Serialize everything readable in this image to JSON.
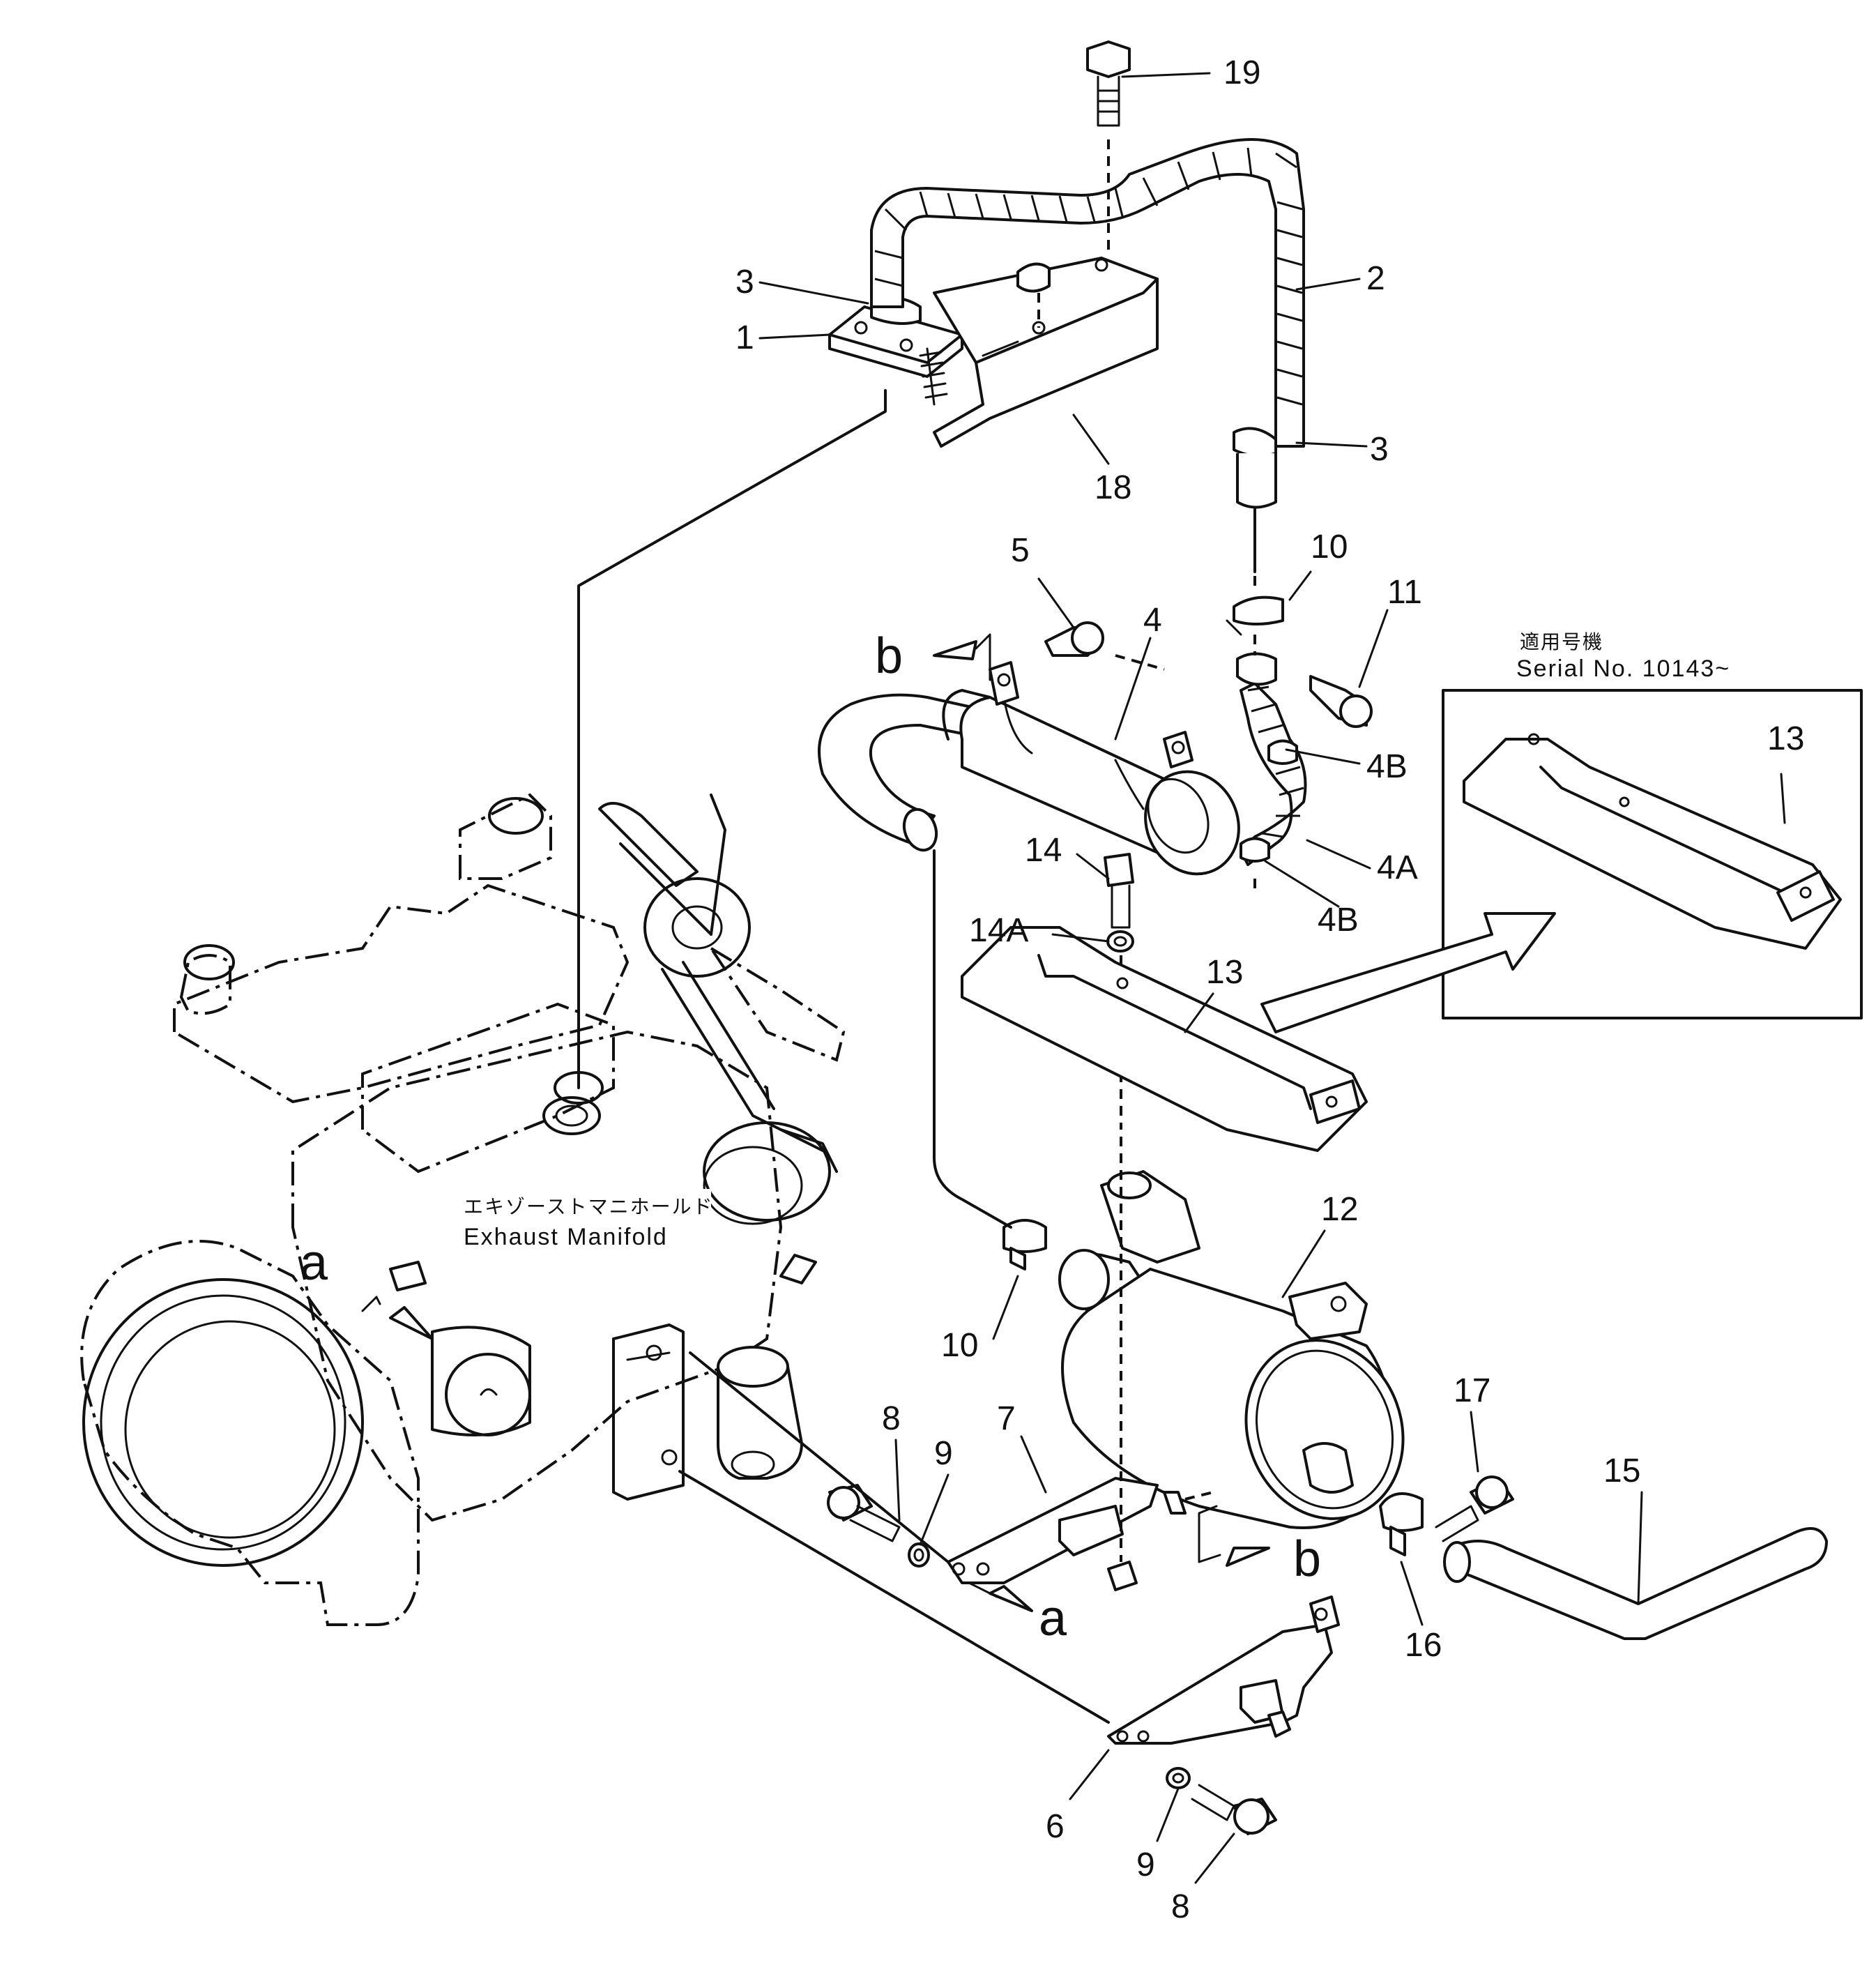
{
  "callouts": [
    {
      "id": "c19",
      "text": "19"
    },
    {
      "id": "c2",
      "text": "2"
    },
    {
      "id": "c3a",
      "text": "3"
    },
    {
      "id": "c1",
      "text": "1"
    },
    {
      "id": "c3b",
      "text": "3"
    },
    {
      "id": "c18",
      "text": "18"
    },
    {
      "id": "c10a",
      "text": "10"
    },
    {
      "id": "c11",
      "text": "11"
    },
    {
      "id": "c5",
      "text": "5"
    },
    {
      "id": "c4",
      "text": "4"
    },
    {
      "id": "c4B1",
      "text": "4B"
    },
    {
      "id": "c4A",
      "text": "4A"
    },
    {
      "id": "c4B2",
      "text": "4B"
    },
    {
      "id": "c14",
      "text": "14"
    },
    {
      "id": "c14A",
      "text": "14A"
    },
    {
      "id": "c13a",
      "text": "13"
    },
    {
      "id": "c13b",
      "text": "13"
    },
    {
      "id": "c12",
      "text": "12"
    },
    {
      "id": "c10b",
      "text": "10"
    },
    {
      "id": "c8a",
      "text": "8"
    },
    {
      "id": "c9a",
      "text": "9"
    },
    {
      "id": "c7",
      "text": "7"
    },
    {
      "id": "c17",
      "text": "17"
    },
    {
      "id": "c15",
      "text": "15"
    },
    {
      "id": "c16",
      "text": "16"
    },
    {
      "id": "c6",
      "text": "6"
    },
    {
      "id": "c9b",
      "text": "9"
    },
    {
      "id": "c8b",
      "text": "8"
    }
  ],
  "markers": {
    "b_top": "b",
    "b_bottom": "b",
    "a_left": "a",
    "a_bottom": "a"
  },
  "labels": {
    "exhaust_manifold_jp": "エキゾーストマニホールド",
    "exhaust_manifold_en": "Exhaust  Manifold",
    "applicable_jp": "適用号機",
    "serial_no": "Serial  No. 10143~"
  }
}
